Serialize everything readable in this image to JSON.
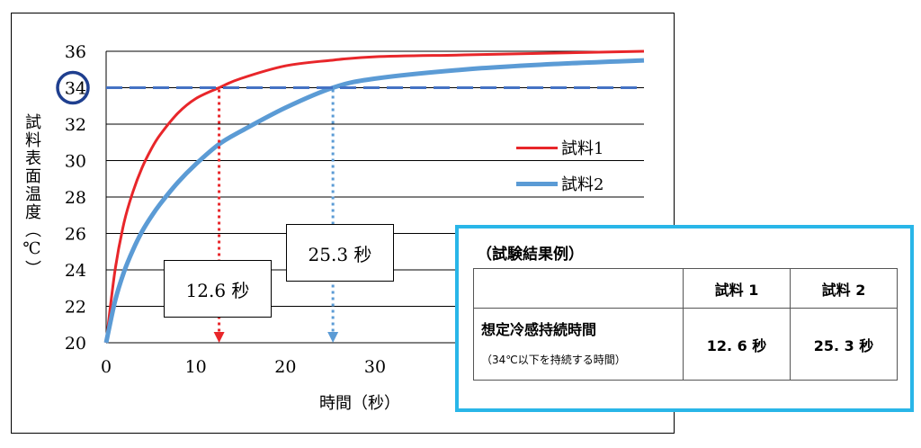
{
  "chart_data": {
    "type": "line",
    "xlabel": "時間（秒）",
    "ylabel": "試料表面温度（℃）",
    "xlim": [
      0,
      60
    ],
    "ylim": [
      20,
      36
    ],
    "x_ticks": [
      "0",
      "10",
      "20",
      "30"
    ],
    "y_ticks": [
      "20",
      "22",
      "24",
      "26",
      "28",
      "30",
      "32",
      "34",
      "36"
    ],
    "grid": "horizontal",
    "legend_position": "right",
    "reference_line": {
      "y": 34,
      "label": "34",
      "style": "dashed"
    },
    "series": [
      {
        "name": "試料1",
        "color": "#e8262a",
        "x": [
          0,
          1,
          2,
          3,
          4,
          5,
          6,
          8,
          10,
          12.6,
          15,
          20,
          25,
          30,
          40,
          50,
          60
        ],
        "y": [
          20,
          24.0,
          26.6,
          28.3,
          29.6,
          30.6,
          31.4,
          32.6,
          33.4,
          34.0,
          34.5,
          35.2,
          35.5,
          35.7,
          35.8,
          35.9,
          36.0
        ]
      },
      {
        "name": "試料2",
        "color": "#5b9bd5",
        "x": [
          0,
          1,
          2,
          3,
          4,
          5,
          6,
          8,
          10,
          12.6,
          15,
          20,
          25.3,
          30,
          40,
          50,
          60
        ],
        "y": [
          20,
          22.3,
          23.9,
          25.1,
          26.1,
          26.9,
          27.6,
          28.8,
          29.8,
          30.9,
          31.6,
          32.9,
          34.0,
          34.5,
          35.0,
          35.3,
          35.5
        ]
      }
    ],
    "annotations": [
      {
        "series": "試料1",
        "x": 12.6,
        "label": "12.6 秒"
      },
      {
        "series": "試料2",
        "x": 25.3,
        "label": "25.3 秒"
      }
    ]
  },
  "results": {
    "title": "（試験結果例）",
    "headers": [
      "",
      "試料 1",
      "試料 2"
    ],
    "row_label": "想定冷感持続時間",
    "row_sublabel": "（34℃以下を持続する時間）",
    "values": [
      "12. 6 秒",
      "25. 3 秒"
    ]
  },
  "colors": {
    "series1": "#e8262a",
    "series2": "#5b9bd5",
    "reference": "#4472c4",
    "highlight_circle": "#1f3f8f",
    "results_border": "#29b6e8"
  }
}
